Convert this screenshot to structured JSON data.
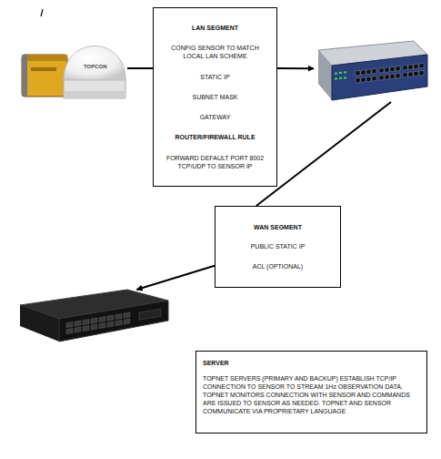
{
  "diagram": {
    "nodes": [
      {
        "text": [
          "TOPCON"
        ]
      },
      {
        "text": [
          "LAN SEGMENT",
          "CONFIG SENSOR TO MATCH LOCAL LAN SCHEME",
          "STATIC IP",
          "SUBNET MASK",
          "GATEWAY",
          "ROUTER/FIREWALL RULE",
          "FORWARD DEFAULT PORT 8002 TCP/UDP TO SENSOR IP"
        ]
      },
      {
        "text": []
      },
      {
        "text": [
          "WAN SEGMENT",
          "PUBLIC STATIC IP",
          "ACL (OPTIONAL)"
        ]
      },
      {
        "text": []
      },
      {
        "text": [
          "SERVER",
          "TOPNET SERVERS (PRIMARY AND BACKUP) ESTABLISH TCP/IP CONNECTION TO SENSOR TO STREAM 1Hz OBSERVATION DATA. TOPNET MONITORS CONNECTION WITH SENSOR AND COMMANDS ARE ISSUED TO SENSOR AS NEEDED. TOPNET AND SENSOR COMMUNICATE VIA PROPRIETARY LANGUAGE"
        ]
      }
    ],
    "edges": [
      {
        "from": 0,
        "to": 1,
        "arrow": "none"
      },
      {
        "from": 1,
        "to": 2,
        "arrow": "to"
      },
      {
        "from": 2,
        "to": 3,
        "arrow": "none"
      },
      {
        "from": 3,
        "to": 4,
        "arrow": "to"
      }
    ]
  }
}
